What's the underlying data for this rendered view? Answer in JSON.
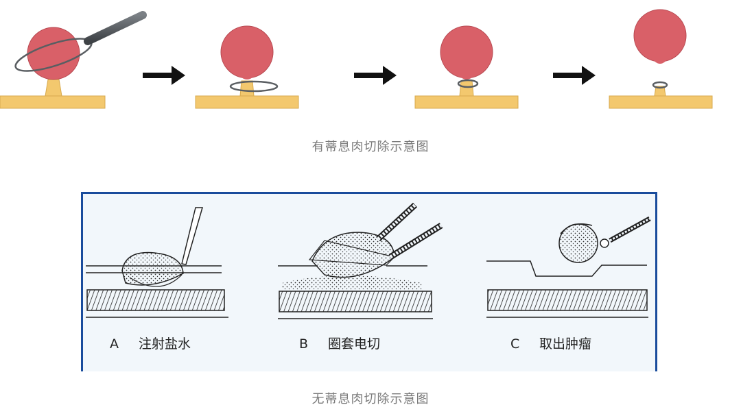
{
  "figure1": {
    "caption": "有蒂息肉切除示意图",
    "stages": [
      "stage-1",
      "stage-2",
      "stage-3",
      "stage-4"
    ],
    "colors": {
      "polyp": "#d96068",
      "base": "#f3c86e",
      "snare": "#5a5e62",
      "arrow": "#111111"
    }
  },
  "figure2": {
    "caption": "无蒂息肉切除示意图",
    "panels": [
      {
        "letter": "A",
        "label": "注射盐水"
      },
      {
        "letter": "B",
        "label": "圈套电切"
      },
      {
        "letter": "C",
        "label": "取出肿瘤"
      }
    ],
    "colors": {
      "frame": "#1a4c9c",
      "background": "#f2f7fb",
      "ink": "#222222"
    }
  }
}
